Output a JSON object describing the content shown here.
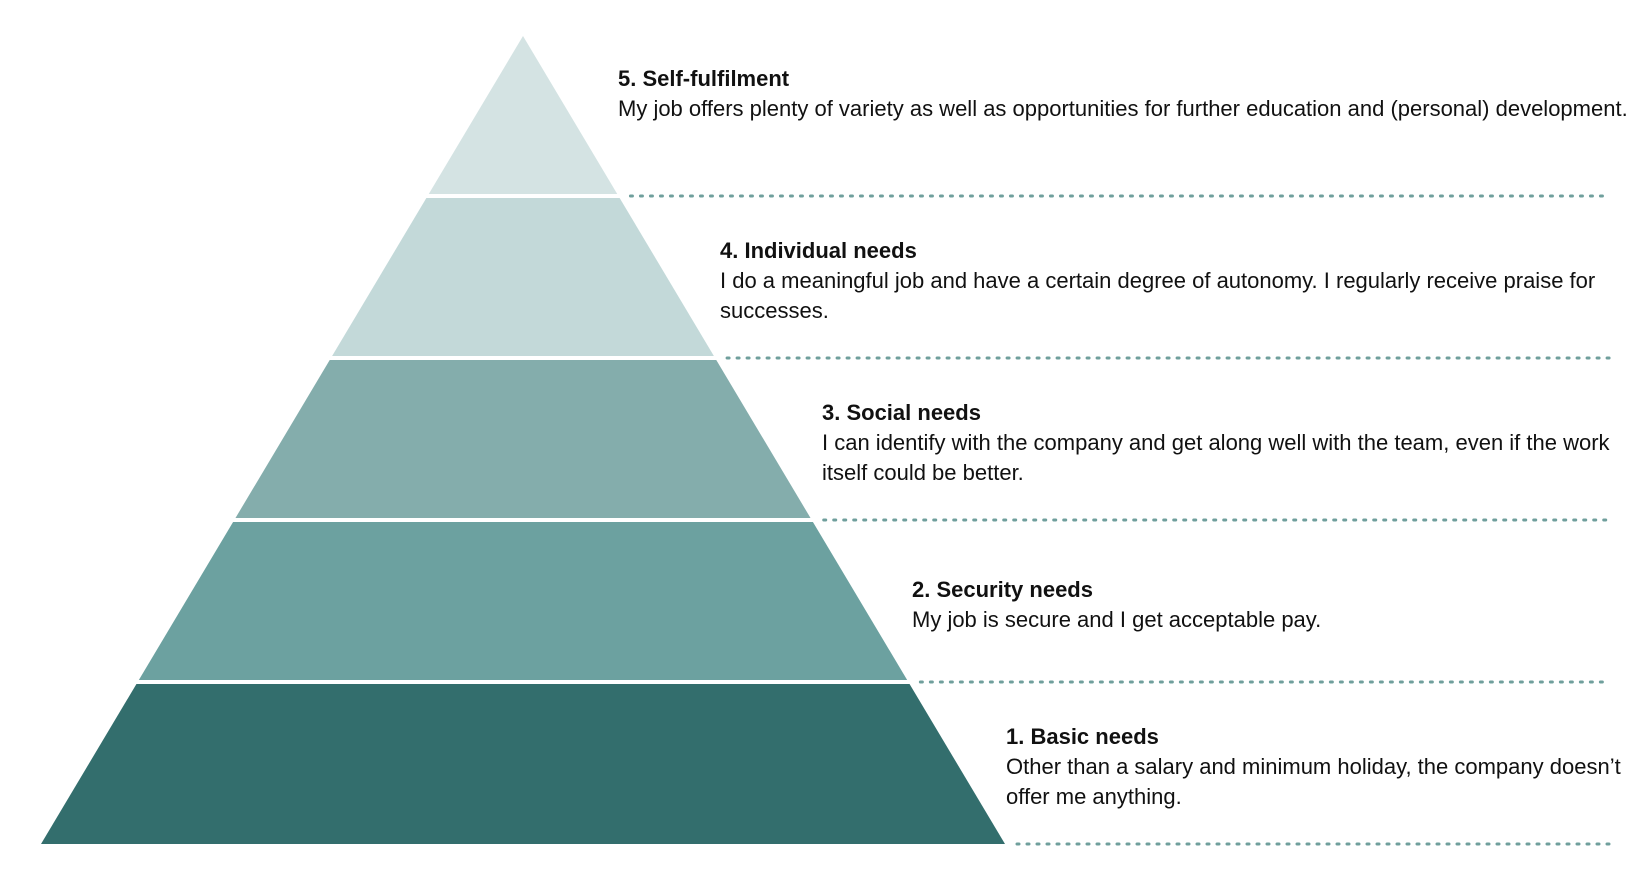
{
  "colors": {
    "background": "#ffffff",
    "text": "#111111",
    "dotted_line": "#6f9f9c",
    "separator": "#ffffff"
  },
  "levels": [
    {
      "title": "5. Self-fulfilment",
      "description": "My job offers plenty of variety as well as opportunities for further education and (personal) development.",
      "color": "#d4e3e3"
    },
    {
      "title": "4. Individual needs",
      "description": "I do a meaningful job and have a certain degree of autonomy. I regularly receive praise for successes.",
      "color": "#c3d9d9"
    },
    {
      "title": "3. Social needs",
      "description": "I can identify with the company and get along well with the team, even if the work itself could be better.",
      "color": "#84adac"
    },
    {
      "title": "2. Security needs",
      "description": "My job is secure and I get acceptable pay.",
      "color": "#6ca1a0"
    },
    {
      "title": "1. Basic needs",
      "description": "Other than a salary and minimum holiday, the company doesn’t offer me anything.",
      "color": "#336e6d"
    }
  ]
}
